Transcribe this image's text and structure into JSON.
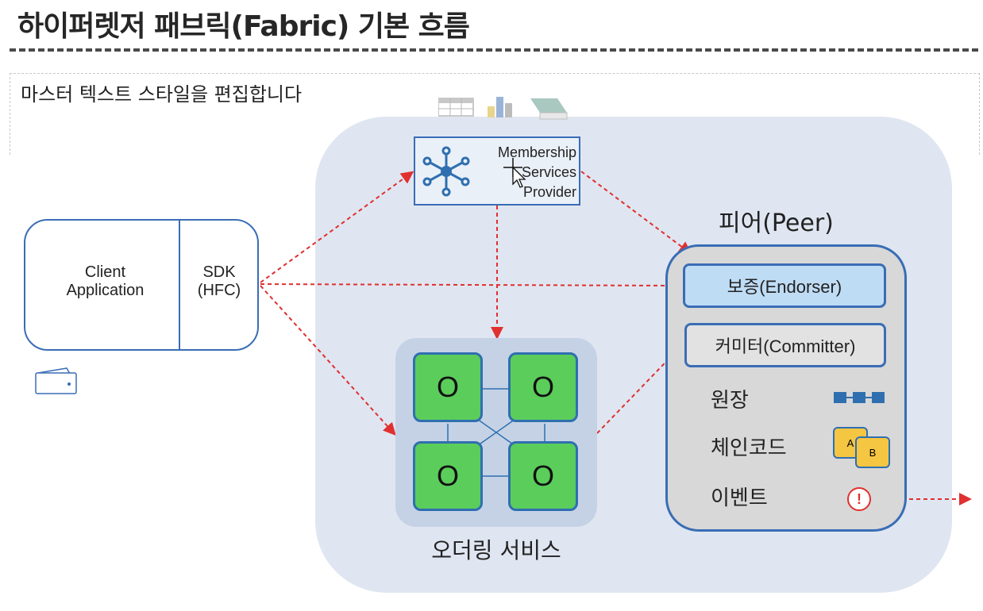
{
  "slide": {
    "title": "하이퍼렛저 패브릭(Fabric) 기본 흐름",
    "placeholder_text": "마스터 텍스트 스타일을 편집합니다"
  },
  "client": {
    "app_label": "Client\nApplication",
    "sdk_label": "SDK\n(HFC)"
  },
  "msp": {
    "label": "Membership\nServices\nProvider"
  },
  "orderer": {
    "node_label": "O",
    "label": "오더링 서비스"
  },
  "peer": {
    "title": "피어(Peer)",
    "endorser": "보증(Endorser)",
    "committer": "커미터(Committer)",
    "ledger": "원장",
    "chaincode": "체인코드",
    "chaincode_badge_a": "A",
    "chaincode_badge_b": "B",
    "event": "이벤트",
    "event_symbol": "!"
  },
  "colors": {
    "arrow": "#e03030",
    "border": "#3a6db5",
    "orderer_node": "#5bcd5b",
    "endorser_fill": "#bfdcf5",
    "network_bg": "#dfe6f1"
  }
}
